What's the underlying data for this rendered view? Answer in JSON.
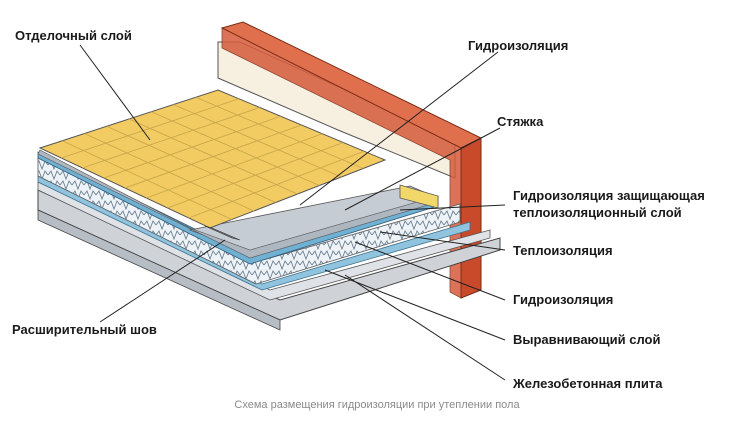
{
  "labels": {
    "finish_layer": "Отделочный слой",
    "waterproofing_top": "Гидроизоляция",
    "screed": "Стяжка",
    "waterproofing_protect_1": "Гидроизоляция защищающая",
    "waterproofing_protect_2": "теплоизоляционный слой",
    "thermal_insulation": "Теплоизоляция",
    "waterproofing_bottom": "Гидроизоляция",
    "leveling_layer": "Выравнивающий слой",
    "concrete_slab": "Железобетонная плита",
    "expansion_joint": "Расширительный шов"
  },
  "caption": "Схема размещения гидроизоляции при утеплении пола",
  "colors": {
    "tile": "#f2cc63",
    "tile_grout": "#c9a74a",
    "brick": "#d65a3a",
    "insulation": "#dfe8ef",
    "waterproofing": "#8fc3de",
    "screed": "#bfc7d0",
    "concrete": "#cfd3d8",
    "wall": "#f7efe0"
  }
}
